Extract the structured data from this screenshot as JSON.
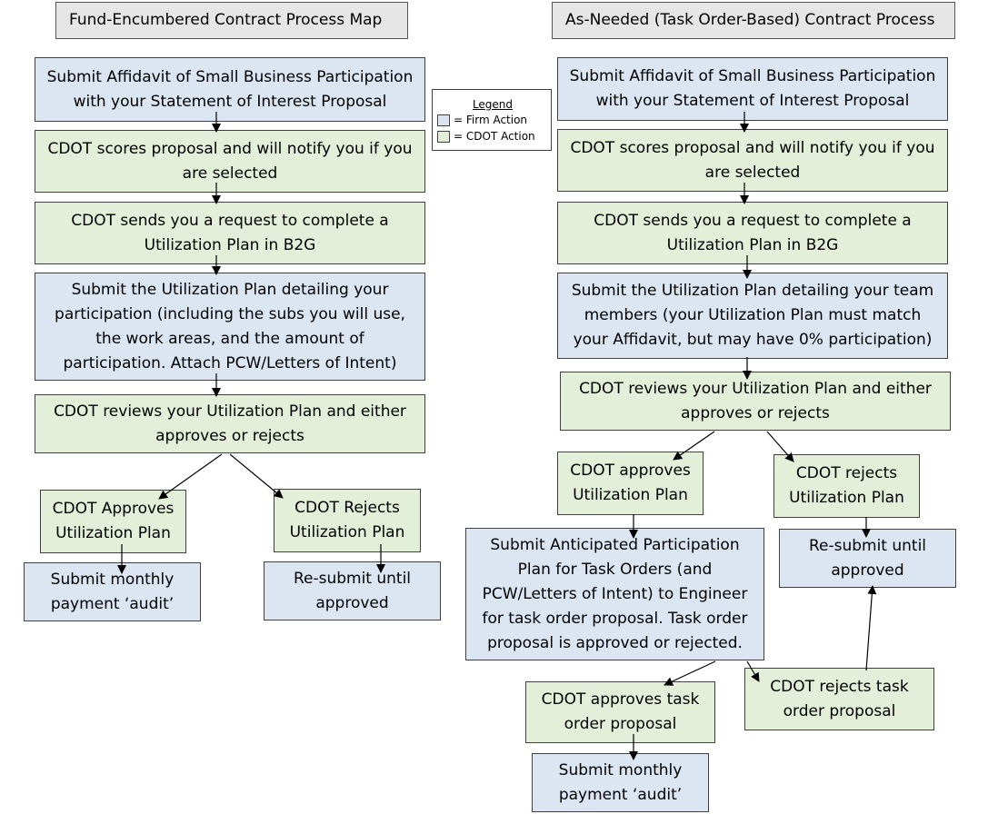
{
  "left_process": {
    "title": "Fund-Encumbered Contract Process Map",
    "steps": {
      "affidavit": "Submit Affidavit of Small Business Participation with your Statement of Interest Proposal",
      "scores": "CDOT scores proposal and will notify you if you are selected",
      "request": "CDOT sends you a request to complete a Utilization Plan in B2G",
      "submit_plan": "Submit the Utilization Plan detailing your participation (including the subs you will use, the work areas, and the amount of participation.  Attach PCW/Letters of Intent)",
      "review": "CDOT reviews your Utilization Plan and either approves or rejects",
      "approves": "CDOT Approves Utilization Plan",
      "rejects": "CDOT Rejects Utilization Plan",
      "monthly_audit": "Submit monthly payment ‘audit’",
      "resubmit": "Re-submit until approved"
    }
  },
  "right_process": {
    "title": "As-Needed (Task Order-Based) Contract Process",
    "steps": {
      "affidavit": "Submit Affidavit of Small Business Participation with your Statement of Interest Proposal",
      "scores": "CDOT scores proposal and will notify you if you are selected",
      "request": "CDOT sends you a request to complete a Utilization Plan in B2G",
      "submit_plan": "Submit the Utilization Plan detailing your team members (your Utilization Plan must match your Affidavit, but may have 0% participation)",
      "review": "CDOT reviews your Utilization Plan and either approves or rejects",
      "approves": "CDOT approves Utilization Plan",
      "rejects": "CDOT rejects Utilization Plan",
      "resubmit": "Re-submit until approved",
      "anticipated": "Submit Anticipated Participation Plan for Task Orders (and PCW/Letters of Intent) to Engineer for task order proposal. Task order proposal is approved or rejected.",
      "approves_task": "CDOT approves task order proposal",
      "rejects_task": "CDOT rejects task order proposal",
      "monthly_audit": "Submit monthly payment ‘audit’"
    }
  },
  "legend": {
    "title": "Legend",
    "firm": "= Firm Action",
    "cdot": "= CDOT Action"
  },
  "colors": {
    "firm_action": "#dce6f2",
    "cdot_action": "#e3efd9",
    "header": "#e6e6e6"
  }
}
